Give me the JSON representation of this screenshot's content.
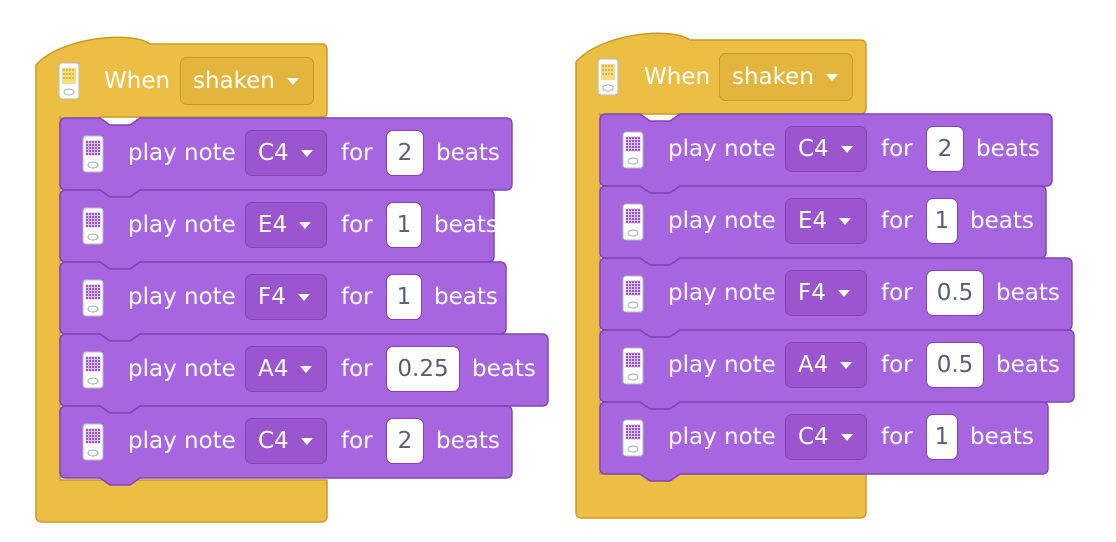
{
  "colors": {
    "events_yellow": "#ecbf44",
    "events_border": "#c99a26",
    "sound_purple": "#a865e0",
    "sound_border": "#8345b5"
  },
  "scripts": [
    {
      "hat": {
        "label": "When",
        "option": "shaken",
        "icon": "hub-device-icon"
      },
      "blocks": [
        {
          "label": "play note",
          "note": "C4",
          "for_label": "for",
          "beats": "2",
          "beats_label": "beats",
          "icon": "hub-matrix-icon"
        },
        {
          "label": "play note",
          "note": "E4",
          "for_label": "for",
          "beats": "1",
          "beats_label": "beats",
          "icon": "hub-matrix-icon"
        },
        {
          "label": "play note",
          "note": "F4",
          "for_label": "for",
          "beats": "1",
          "beats_label": "beats",
          "icon": "hub-matrix-icon"
        },
        {
          "label": "play note",
          "note": "A4",
          "for_label": "for",
          "beats": "0.25",
          "beats_label": "beats",
          "icon": "hub-matrix-icon"
        },
        {
          "label": "play note",
          "note": "C4",
          "for_label": "for",
          "beats": "2",
          "beats_label": "beats",
          "icon": "hub-matrix-icon"
        }
      ]
    },
    {
      "hat": {
        "label": "When",
        "option": "shaken",
        "icon": "hub-device-icon"
      },
      "blocks": [
        {
          "label": "play note",
          "note": "C4",
          "for_label": "for",
          "beats": "2",
          "beats_label": "beats",
          "icon": "hub-matrix-icon"
        },
        {
          "label": "play note",
          "note": "E4",
          "for_label": "for",
          "beats": "1",
          "beats_label": "beats",
          "icon": "hub-matrix-icon"
        },
        {
          "label": "play note",
          "note": "F4",
          "for_label": "for",
          "beats": "0.5",
          "beats_label": "beats",
          "icon": "hub-matrix-icon"
        },
        {
          "label": "play note",
          "note": "A4",
          "for_label": "for",
          "beats": "0.5",
          "beats_label": "beats",
          "icon": "hub-matrix-icon"
        },
        {
          "label": "play note",
          "note": "C4",
          "for_label": "for",
          "beats": "1",
          "beats_label": "beats",
          "icon": "hub-matrix-icon"
        }
      ]
    }
  ]
}
